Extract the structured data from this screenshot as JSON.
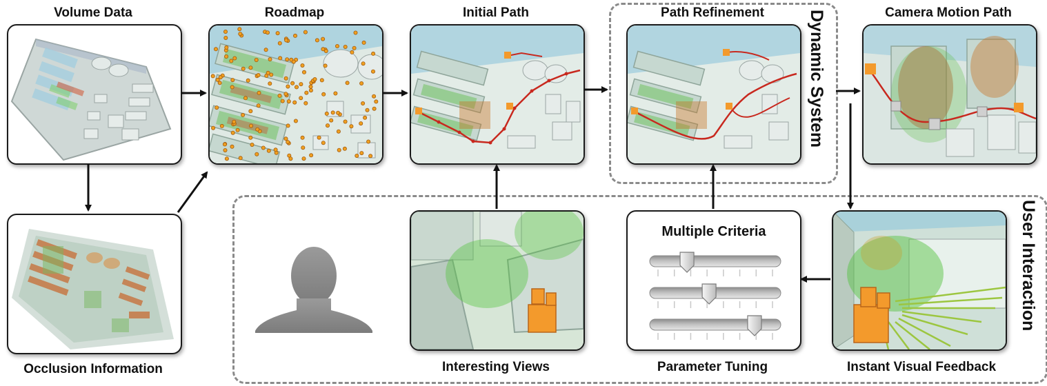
{
  "labels": {
    "volume_data": "Volume Data",
    "roadmap": "Roadmap",
    "initial_path": "Initial Path",
    "path_refinement": "Path Refinement",
    "camera_motion_path": "Camera Motion Path",
    "occlusion_information": "Occlusion Information",
    "interesting_views": "Interesting Views",
    "parameter_tuning": "Parameter Tuning",
    "instant_visual_feedback": "Instant Visual Feedback",
    "multiple_criteria": "Multiple Criteria"
  },
  "groups": {
    "dynamic_system": "Dynamic System",
    "user_interaction": "User Interaction"
  },
  "sliders": [
    {
      "level": 0.27
    },
    {
      "level": 0.45
    },
    {
      "level": 0.82
    }
  ],
  "colors": {
    "path_red": "#c8281e",
    "roadmap_orange": "#f0a020",
    "camera_orange": "#f39a2c",
    "dash_gray": "#8a8a8a",
    "user_silhouette": "#8f8f8f"
  }
}
